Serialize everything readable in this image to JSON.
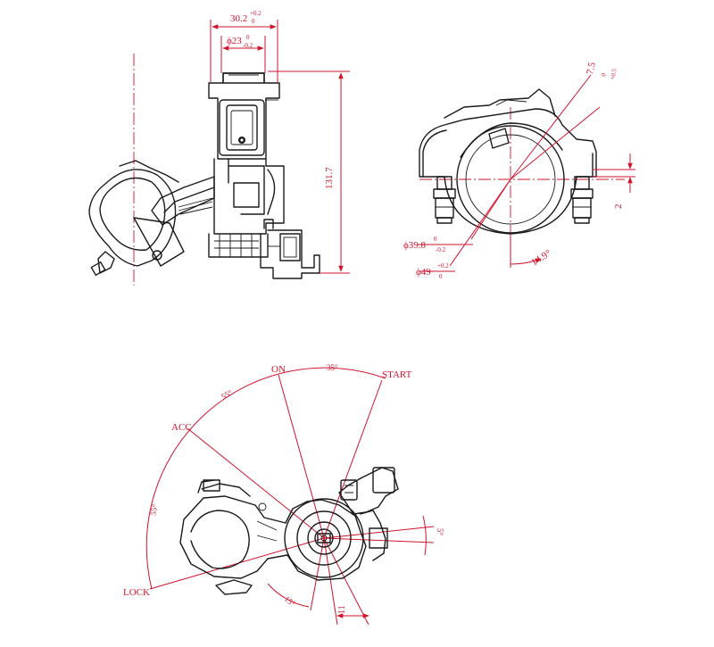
{
  "top_left_view": {
    "dim_width_outer": {
      "value": "30.2",
      "tol_upper": "+0.2",
      "tol_lower": "0"
    },
    "dim_width_inner": {
      "value": "ϕ23",
      "tol_upper": "0",
      "tol_lower": "-0.2"
    },
    "dim_height": "131.7"
  },
  "top_right_view": {
    "dim_offset": {
      "value": "7.5",
      "tol_upper": "+0.5",
      "tol_lower": "0"
    },
    "dim_gap": "2",
    "dim_bore_inner": {
      "value": "ϕ39.8",
      "tol_upper": "0",
      "tol_lower": "-0.2"
    },
    "dim_bore_outer": {
      "value": "ϕ49",
      "tol_upper": "+0.2",
      "tol_lower": "0"
    },
    "dim_angle": "14.9°"
  },
  "bottom_view": {
    "positions": {
      "lock": "LOCK",
      "acc": "ACC",
      "on": "ON",
      "start": "START"
    },
    "angle_lock_acc": "55°",
    "angle_acc_on": "55°",
    "angle_on_start": "35°",
    "angle_right": "5°",
    "angle_lower": "15°",
    "dim_bottom": "11"
  },
  "colors": {
    "linework": "#1a1a1a",
    "dimensions": "#d0142c"
  }
}
